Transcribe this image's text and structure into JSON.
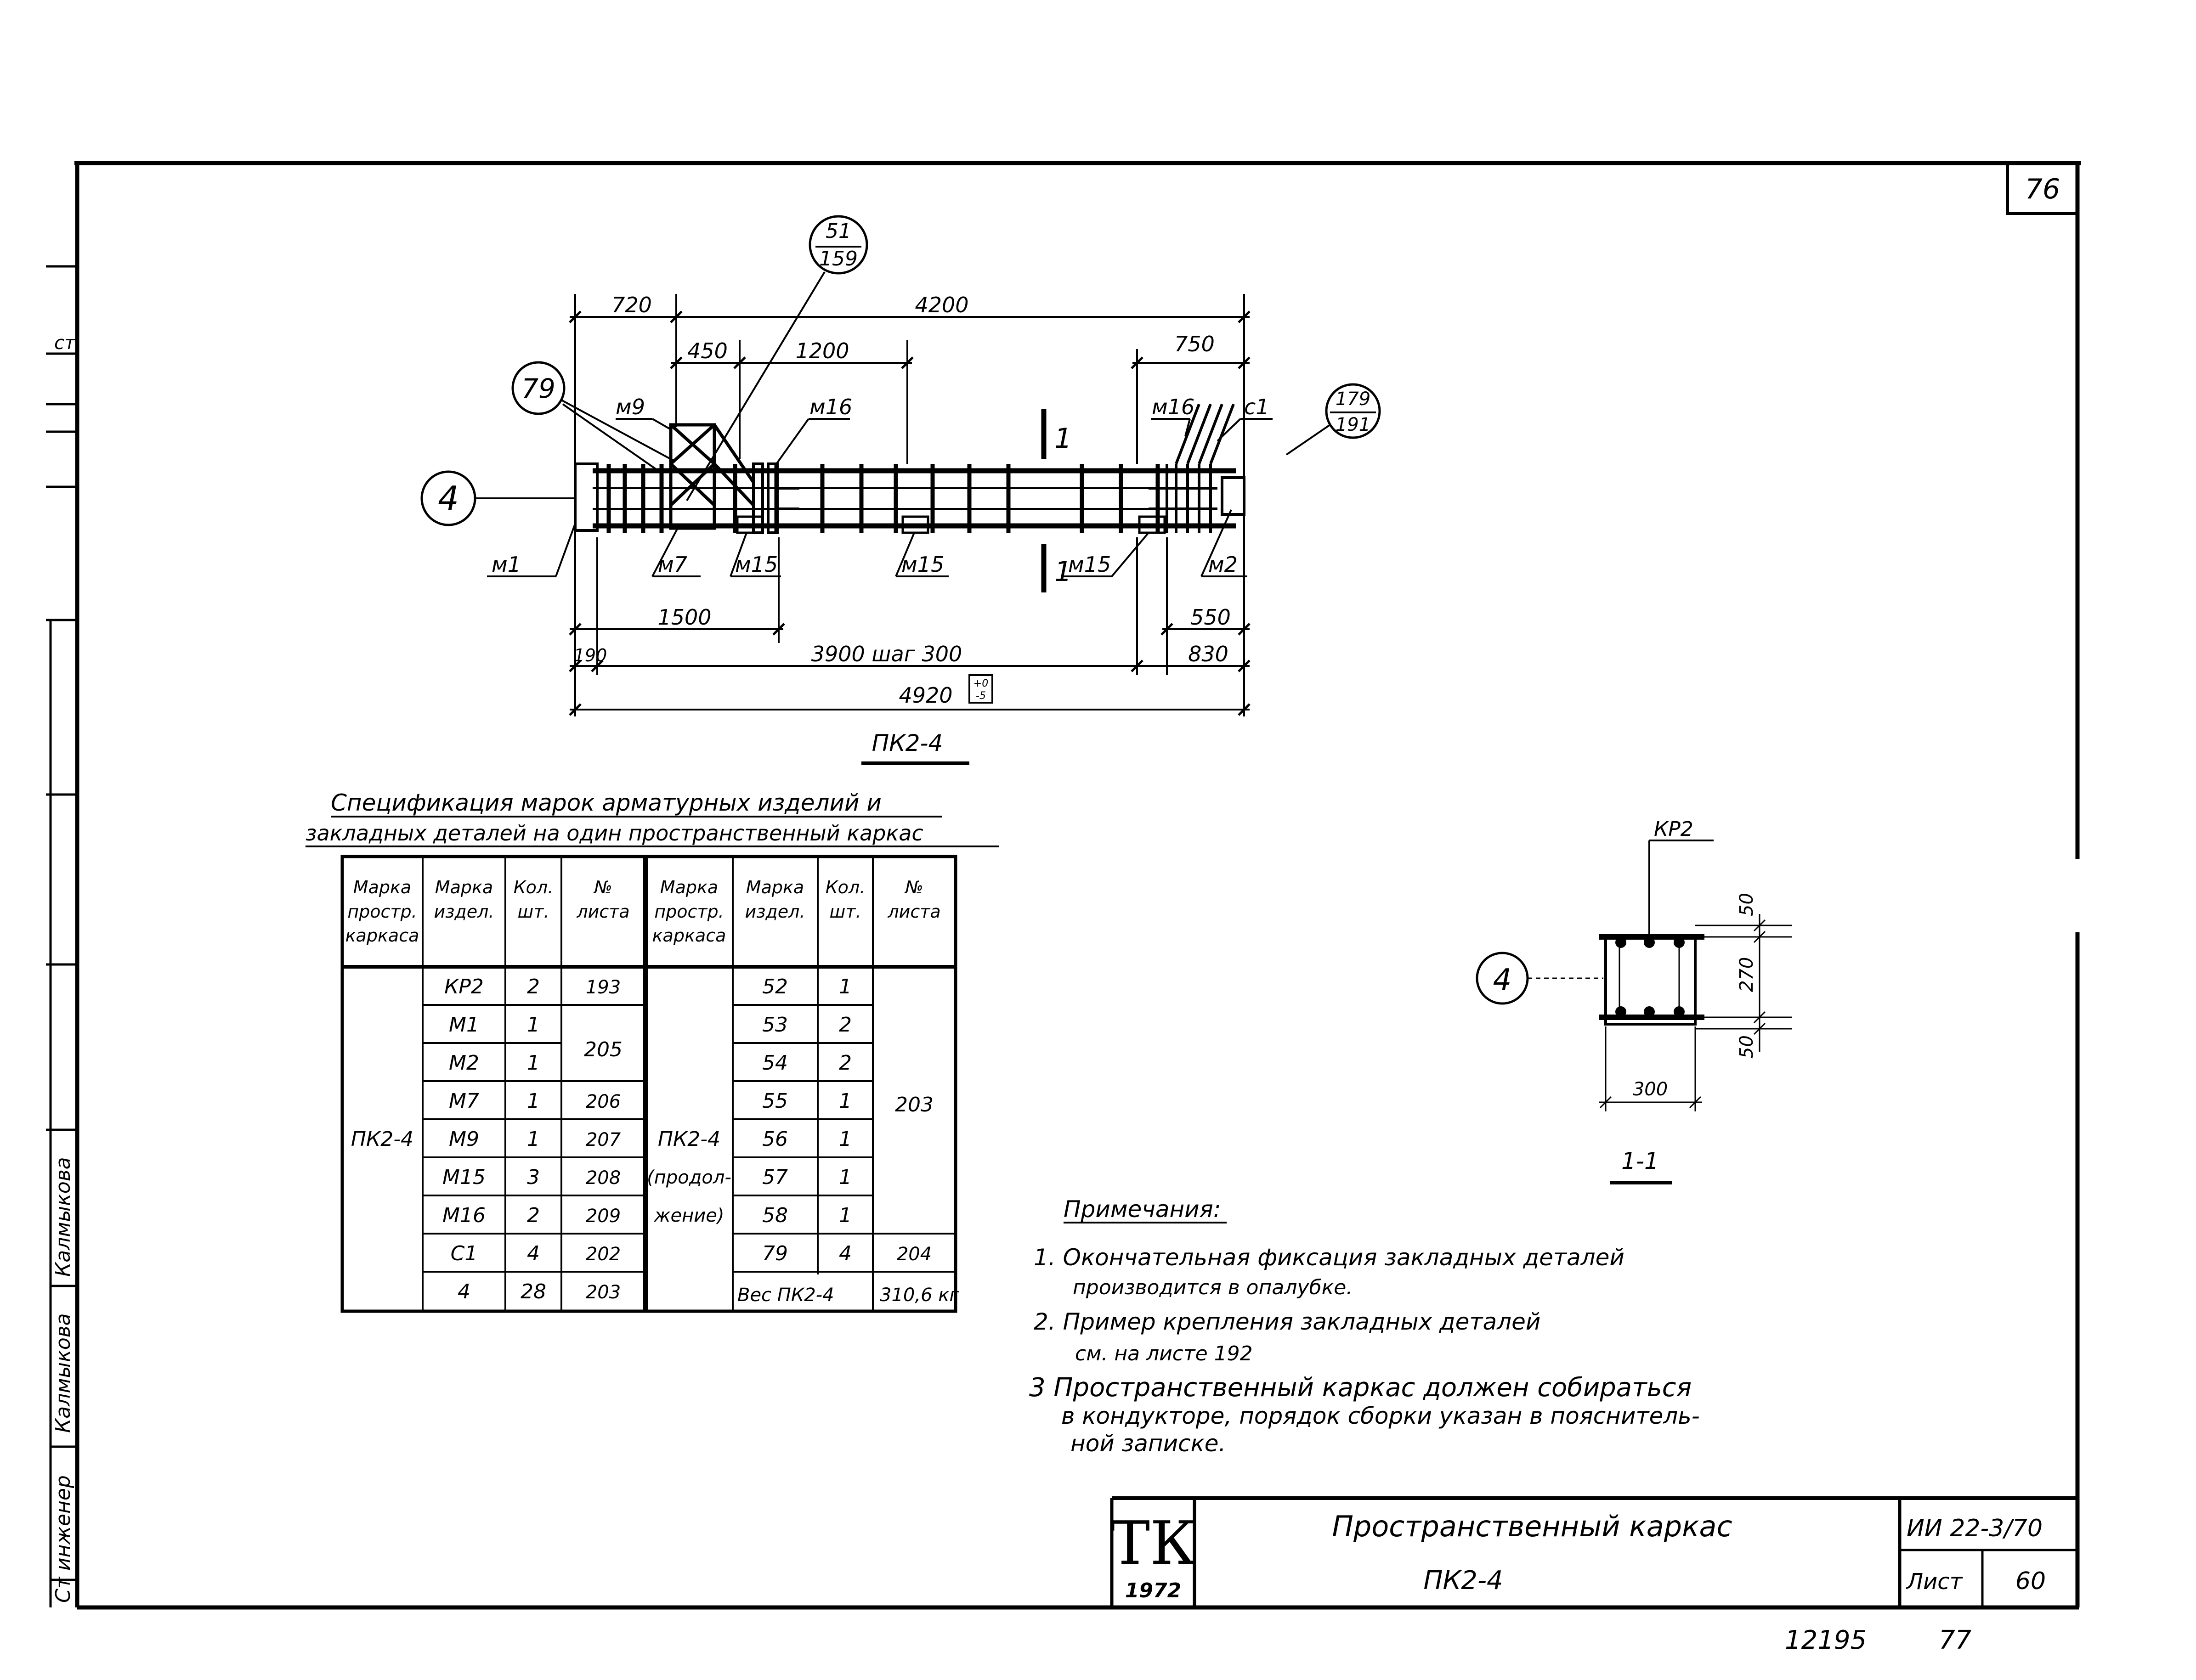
{
  "sheet": {
    "page_number": "76",
    "bottom_numbers": [
      "12195",
      "77"
    ]
  },
  "left_strip": {
    "labels": [
      "ст",
      "Ст",
      "инженер",
      "Калмыкова",
      "Калмыкова"
    ]
  },
  "drawing": {
    "caption": "ПК2-4",
    "position_mark": "4",
    "detail_mark": "79",
    "ref_top": {
      "num": "51",
      "den": "159"
    },
    "ref_right": {
      "num": "179",
      "den": "191"
    },
    "section_mark": "1",
    "parts": {
      "m9": "м9",
      "m16_left": "м16",
      "m16_right": "м16",
      "c1": "с1",
      "m1": "м1",
      "m7": "м7",
      "m15_a": "м15",
      "m15_b": "м15",
      "m15_c": "м15",
      "m2": "м2"
    },
    "dims": {
      "d720": "720",
      "d4200": "4200",
      "d450": "450",
      "d1200": "1200",
      "d750": "750",
      "d1500": "1500",
      "d550": "550",
      "d190": "190",
      "d3900": "3900 шаг 300",
      "d830": "830",
      "d4920": "4920",
      "tol_top": "+0",
      "tol_bot": "-5"
    }
  },
  "section": {
    "caption": "1-1",
    "label_top": "КР2",
    "position_mark": "4",
    "dims": {
      "d50_top": "50",
      "d270": "270",
      "d50_bot": "50",
      "d300": "300"
    }
  },
  "spec": {
    "title_line1": "Спецификация марок арматурных изделий и",
    "title_line2": "закладных деталей на один пространственный каркас",
    "headers": {
      "c1": [
        "Марка",
        "простр.",
        "каркаса"
      ],
      "c2": [
        "Марка",
        "издел."
      ],
      "c3": [
        "Кол.",
        "шт."
      ],
      "c4": [
        "№",
        "листа"
      ],
      "c5": [
        "Марка",
        "простр.",
        "каркаса"
      ],
      "c6": [
        "Марка",
        "издел."
      ],
      "c7": [
        "Кол.",
        "шт."
      ],
      "c8": [
        "№",
        "листа"
      ]
    },
    "left_group": "ПК2-4",
    "left_rows": [
      {
        "mark": "КР2",
        "qty": "2",
        "sheet": "193"
      },
      {
        "mark": "М1",
        "qty": "1",
        "sheet": ""
      },
      {
        "mark": "М2",
        "qty": "1",
        "sheet": ""
      },
      {
        "mark": "М7",
        "qty": "1",
        "sheet": "206"
      },
      {
        "mark": "М9",
        "qty": "1",
        "sheet": "207"
      },
      {
        "mark": "М15",
        "qty": "3",
        "sheet": "208"
      },
      {
        "mark": "М16",
        "qty": "2",
        "sheet": "209"
      },
      {
        "mark": "С1",
        "qty": "4",
        "sheet": "202"
      },
      {
        "mark": "4",
        "qty": "28",
        "sheet": "203"
      }
    ],
    "left_merged_sheet": "205",
    "right_group": [
      "ПК2-4",
      "(продол-",
      "жение)"
    ],
    "right_rows": [
      {
        "mark": "52",
        "qty": "1"
      },
      {
        "mark": "53",
        "qty": "2"
      },
      {
        "mark": "54",
        "qty": "2"
      },
      {
        "mark": "55",
        "qty": "1"
      },
      {
        "mark": "56",
        "qty": "1"
      },
      {
        "mark": "57",
        "qty": "1"
      },
      {
        "mark": "58",
        "qty": "1"
      },
      {
        "mark": "79",
        "qty": "4",
        "sheet": "204"
      }
    ],
    "right_merged_sheet": "203",
    "weight_label": "Вес ПК2-4",
    "weight_value": "310,6 кг"
  },
  "notes": {
    "title": "Примечания:",
    "lines": [
      "1. Окончательная фиксация закладных деталей",
      "производится в опалубке.",
      "2. Пример крепления закладных деталей",
      "см. на листе 192",
      "3 Пространственный каркас должен собираться",
      "в кондукторе, порядок сборки указан в пояснитель-",
      "ной записке."
    ]
  },
  "title_block": {
    "org": "ТК",
    "year": "1972",
    "name_line1": "Пространственный каркас",
    "name_line2": "ПК2-4",
    "doc_code": "ИИ 22-3/70",
    "sheet_label": "Лист",
    "sheet_no": "60"
  }
}
